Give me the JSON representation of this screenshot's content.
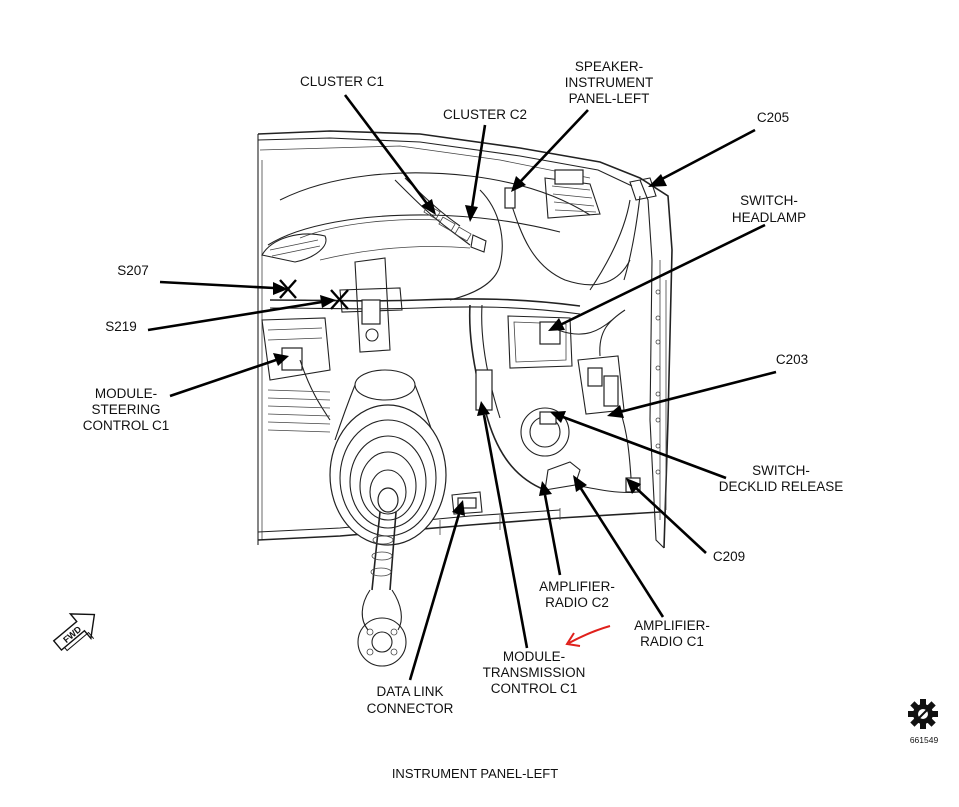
{
  "labels": {
    "cluster_c1": "CLUSTER C1",
    "cluster_c2": "CLUSTER C2",
    "speaker_1": "SPEAKER-",
    "speaker_2": "INSTRUMENT",
    "speaker_3": "PANEL-LEFT",
    "c205": "C205",
    "switch_headlamp_1": "SWITCH-",
    "switch_headlamp_2": "HEADLAMP",
    "s207": "S207",
    "s219": "S219",
    "module_steering_1": "MODULE-",
    "module_steering_2": "STEERING",
    "module_steering_3": "CONTROL C1",
    "c203": "C203",
    "switch_decklid_1": "SWITCH-",
    "switch_decklid_2": "DECKLID RELEASE",
    "c209": "C209",
    "amp_c2_1": "AMPLIFIER-",
    "amp_c2_2": "RADIO C2",
    "amp_c1_1": "AMPLIFIER-",
    "amp_c1_2": "RADIO C1",
    "module_trans_1": "MODULE-",
    "module_trans_2": "TRANSMISSION",
    "module_trans_3": "CONTROL C1",
    "data_link_1": "DATA LINK",
    "data_link_2": "CONNECTOR",
    "fwd": "FWD",
    "figure_number": "661549",
    "caption": "INSTRUMENT PANEL-LEFT"
  },
  "colors": {
    "line": "#222222",
    "leader": "#000000",
    "annotation_arrow": "#e0201b"
  },
  "icons": {
    "forward_arrow": "fwd-arrow-icon",
    "gear": "gear-icon"
  }
}
